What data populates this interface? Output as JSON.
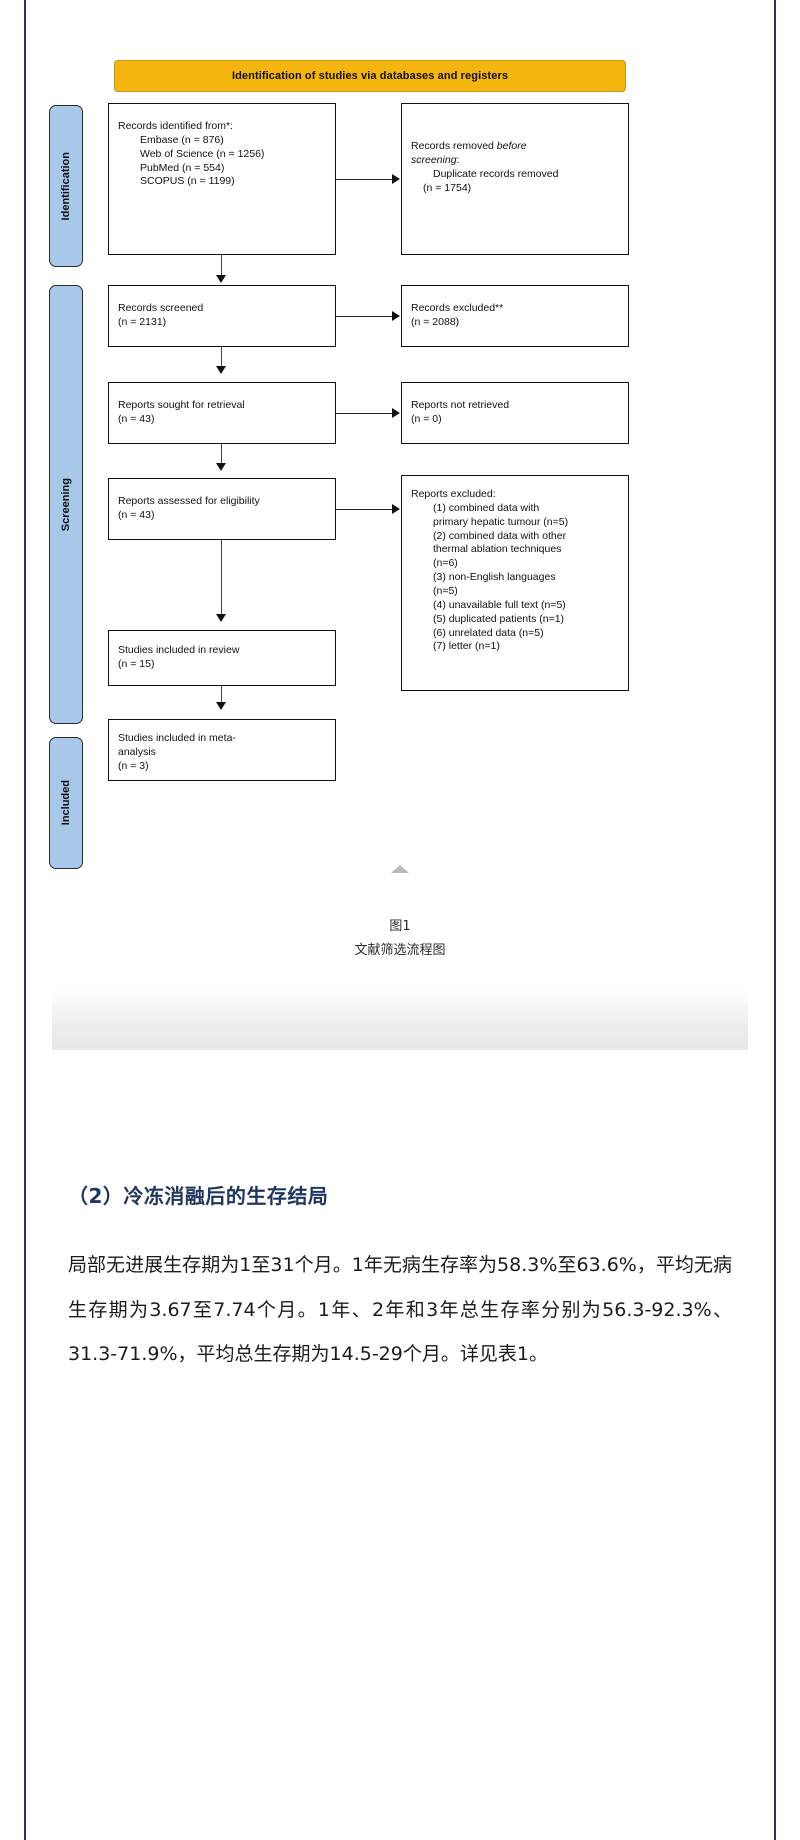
{
  "figure": {
    "banner": "Identification of studies via databases and registers",
    "stages": [
      {
        "name": "identification",
        "label": "Identification"
      },
      {
        "name": "screening",
        "label": "Screening"
      },
      {
        "name": "included",
        "label": "Included"
      }
    ],
    "boxes": {
      "identified": {
        "title": "Records identified from*:",
        "items": [
          "Embase (n = 876)",
          "Web of Science (n = 1256)",
          "PubMed (n = 554)",
          "SCOPUS (n = 1199)"
        ]
      },
      "removed": {
        "line1": "Records removed ",
        "line1_em": "before",
        "line2_em": "screening",
        "line2_tail": ":",
        "items": [
          "Duplicate records removed",
          "(n = 1754)"
        ]
      },
      "screened": {
        "title": "Records screened",
        "count": "(n = 2131)"
      },
      "excluded_screened": {
        "title": "Records excluded**",
        "count": "(n = 2088)"
      },
      "sought": {
        "title": "Reports sought for retrieval",
        "count": "(n = 43)"
      },
      "not_retrieved": {
        "title": "Reports not retrieved",
        "count": "(n = 0)"
      },
      "assessed": {
        "title": "Reports assessed for eligibility",
        "count": "(n = 43)"
      },
      "reports_excluded": {
        "title": "Reports excluded:",
        "items": [
          "(1) combined data with",
          "primary hepatic tumour (n=5)",
          "(2) combined data with other",
          "thermal ablation techniques",
          "(n=6)",
          "(3) non-English languages",
          "(n=5)",
          "(4) unavailable full text (n=5)",
          "(5) duplicated patients (n=1)",
          "(6) unrelated data (n=5)",
          "(7) letter (n=1)"
        ]
      },
      "included_review": {
        "title": "Studies included in review",
        "count": "(n = 15)"
      },
      "included_meta": {
        "title": "Studies included in meta-",
        "title2": "analysis",
        "count": "(n = 3)"
      }
    },
    "caption": {
      "number": "图1",
      "text": "文献筛选流程图"
    }
  },
  "article": {
    "heading": "（2）冷冻消融后的生存结局",
    "paragraph": "局部无进展生存期为1至31个月。1年无病生存率为58.3%至63.6%，平均无病生存期为3.67至7.74个月。1年、2年和3年总生存率分别为56.3-92.3%、31.3-71.9%，平均总生存期为14.5-29个月。详见表1。"
  },
  "colors": {
    "banner": "#f5b50f",
    "stage": "#a8c8ea",
    "rail": "#1f3864",
    "heading": "#21365e"
  }
}
